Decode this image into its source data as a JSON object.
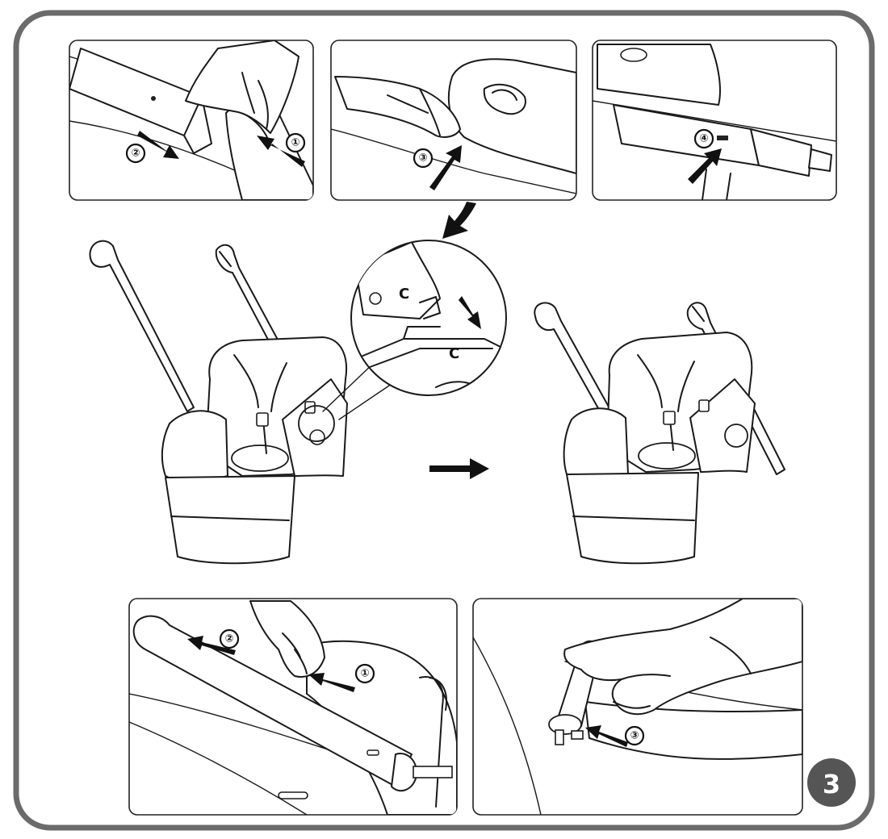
{
  "step_badge": {
    "number": "3",
    "color": "#555555"
  },
  "frame_color": "#6b6b6b",
  "markers": {
    "p1_m1": "①",
    "p1_m2": "②",
    "p2_m3": "③",
    "p3_m4": "④",
    "p4_m1": "①",
    "p4_m2": "②",
    "p5_m3": "③"
  },
  "callout": {
    "label_top": "C",
    "label_bottom": "C"
  }
}
